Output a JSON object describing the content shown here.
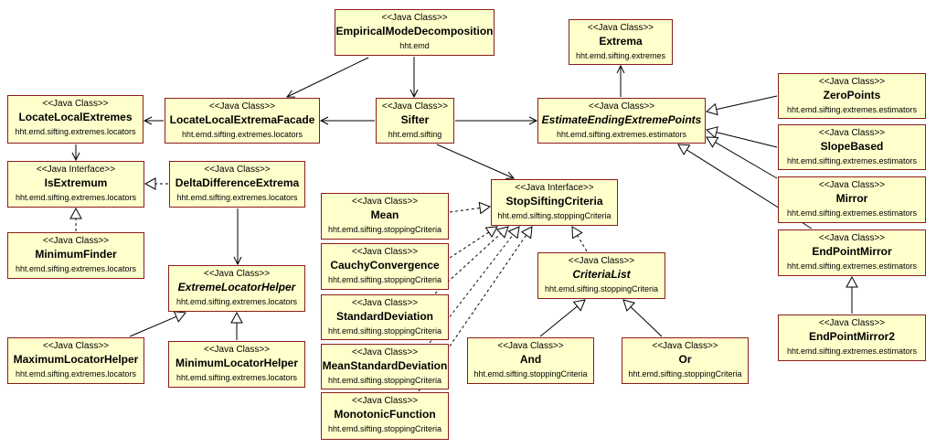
{
  "colors": {
    "box_fill": "#ffffcc",
    "box_border": "#8a1d1d",
    "line": "#000000"
  },
  "classes": [
    {
      "id": "emd",
      "stereotype": "<<Java Class>>",
      "name": "EmpiricalModeDecomposition",
      "package": "hht.emd",
      "abstract": false
    },
    {
      "id": "extrema",
      "stereotype": "<<Java Class>>",
      "name": "Extrema",
      "package": "hht.emd.sifting.extremes",
      "abstract": false
    },
    {
      "id": "locateLocalExtremes",
      "stereotype": "<<Java Class>>",
      "name": "LocateLocalExtremes",
      "package": "hht.emd.sifting.extremes.locators",
      "abstract": false
    },
    {
      "id": "facade",
      "stereotype": "<<Java Class>>",
      "name": "LocateLocalExtremaFacade",
      "package": "hht.emd.sifting.extremes.locators",
      "abstract": false
    },
    {
      "id": "sifter",
      "stereotype": "<<Java Class>>",
      "name": "Sifter",
      "package": "hht.emd.sifting",
      "abstract": false
    },
    {
      "id": "estimate",
      "stereotype": "<<Java Class>>",
      "name": "EstimateEndingExtremePoints",
      "package": "hht.emd.sifting.extremes.estimators",
      "abstract": true
    },
    {
      "id": "zeroPoints",
      "stereotype": "<<Java Class>>",
      "name": "ZeroPoints",
      "package": "hht.emd.sifting.extremes.estimators",
      "abstract": false
    },
    {
      "id": "slopeBased",
      "stereotype": "<<Java Class>>",
      "name": "SlopeBased",
      "package": "hht.emd.sifting.extremes.estimators",
      "abstract": false
    },
    {
      "id": "isExtremum",
      "stereotype": "<<Java Interface>>",
      "name": "IsExtremum",
      "package": "hht.emd.sifting.extremes.locators",
      "abstract": false
    },
    {
      "id": "deltaDiff",
      "stereotype": "<<Java Class>>",
      "name": "DeltaDifferenceExtrema",
      "package": "hht.emd.sifting.extremes.locators",
      "abstract": false
    },
    {
      "id": "stopCriteria",
      "stereotype": "<<Java Interface>>",
      "name": "StopSiftingCriteria",
      "package": "hht.emd.sifting.stoppingCriteria",
      "abstract": false
    },
    {
      "id": "mirror",
      "stereotype": "<<Java Class>>",
      "name": "Mirror",
      "package": "hht.emd.sifting.extremes.estimators",
      "abstract": false
    },
    {
      "id": "mean",
      "stereotype": "<<Java Class>>",
      "name": "Mean",
      "package": "hht.emd.sifting.stoppingCriteria",
      "abstract": false
    },
    {
      "id": "minimumFinder",
      "stereotype": "<<Java Class>>",
      "name": "MinimumFinder",
      "package": "hht.emd.sifting.extremes.locators",
      "abstract": false
    },
    {
      "id": "cauchy",
      "stereotype": "<<Java Class>>",
      "name": "CauchyConvergence",
      "package": "hht.emd.sifting.stoppingCriteria",
      "abstract": false
    },
    {
      "id": "endPointMirror",
      "stereotype": "<<Java Class>>",
      "name": "EndPointMirror",
      "package": "hht.emd.sifting.extremes.estimators",
      "abstract": false
    },
    {
      "id": "criteriaList",
      "stereotype": "<<Java Class>>",
      "name": "CriteriaList",
      "package": "hht.emd.sifting.stoppingCriteria",
      "abstract": true
    },
    {
      "id": "extremeHelper",
      "stereotype": "<<Java Class>>",
      "name": "ExtremeLocatorHelper",
      "package": "hht.emd.sifting.extremes.locators",
      "abstract": true
    },
    {
      "id": "stdDev",
      "stereotype": "<<Java Class>>",
      "name": "StandardDeviation",
      "package": "hht.emd.sifting.stoppingCriteria",
      "abstract": false
    },
    {
      "id": "endPointMirror2",
      "stereotype": "<<Java Class>>",
      "name": "EndPointMirror2",
      "package": "hht.emd.sifting.extremes.estimators",
      "abstract": false
    },
    {
      "id": "maxHelper",
      "stereotype": "<<Java Class>>",
      "name": "MaximumLocatorHelper",
      "package": "hht.emd.sifting.extremes.locators",
      "abstract": false
    },
    {
      "id": "minHelper",
      "stereotype": "<<Java Class>>",
      "name": "MinimumLocatorHelper",
      "package": "hht.emd.sifting.extremes.locators",
      "abstract": false
    },
    {
      "id": "meanStdDev",
      "stereotype": "<<Java Class>>",
      "name": "MeanStandardDeviation",
      "package": "hht.emd.sifting.stoppingCriteria",
      "abstract": false
    },
    {
      "id": "and",
      "stereotype": "<<Java Class>>",
      "name": "And",
      "package": "hht.emd.sifting.stoppingCriteria",
      "abstract": false
    },
    {
      "id": "or",
      "stereotype": "<<Java Class>>",
      "name": "Or",
      "package": "hht.emd.sifting.stoppingCriteria",
      "abstract": false
    },
    {
      "id": "monotonic",
      "stereotype": "<<Java Class>>",
      "name": "MonotonicFunction",
      "package": "hht.emd.sifting.stoppingCriteria",
      "abstract": false
    }
  ],
  "relations": [
    {
      "from": "emd",
      "to": "facade",
      "kind": "association"
    },
    {
      "from": "emd",
      "to": "sifter",
      "kind": "association"
    },
    {
      "from": "sifter",
      "to": "facade",
      "kind": "association"
    },
    {
      "from": "sifter",
      "to": "estimate",
      "kind": "association"
    },
    {
      "from": "sifter",
      "to": "stopCriteria",
      "kind": "association"
    },
    {
      "from": "estimate",
      "to": "extrema",
      "kind": "association"
    },
    {
      "from": "facade",
      "to": "locateLocalExtremes",
      "kind": "association"
    },
    {
      "from": "locateLocalExtremes",
      "to": "isExtremum",
      "kind": "association"
    },
    {
      "from": "deltaDiff",
      "to": "extremeHelper",
      "kind": "association"
    },
    {
      "from": "zeroPoints",
      "to": "estimate",
      "kind": "generalization"
    },
    {
      "from": "slopeBased",
      "to": "estimate",
      "kind": "generalization"
    },
    {
      "from": "mirror",
      "to": "estimate",
      "kind": "generalization"
    },
    {
      "from": "endPointMirror",
      "to": "estimate",
      "kind": "generalization"
    },
    {
      "from": "endPointMirror2",
      "to": "endPointMirror",
      "kind": "generalization"
    },
    {
      "from": "deltaDiff",
      "to": "isExtremum",
      "kind": "realization"
    },
    {
      "from": "minimumFinder",
      "to": "isExtremum",
      "kind": "realization"
    },
    {
      "from": "maxHelper",
      "to": "extremeHelper",
      "kind": "generalization"
    },
    {
      "from": "minHelper",
      "to": "extremeHelper",
      "kind": "generalization"
    },
    {
      "from": "mean",
      "to": "stopCriteria",
      "kind": "realization"
    },
    {
      "from": "cauchy",
      "to": "stopCriteria",
      "kind": "realization"
    },
    {
      "from": "stdDev",
      "to": "stopCriteria",
      "kind": "realization"
    },
    {
      "from": "meanStdDev",
      "to": "stopCriteria",
      "kind": "realization"
    },
    {
      "from": "monotonic",
      "to": "stopCriteria",
      "kind": "realization"
    },
    {
      "from": "criteriaList",
      "to": "stopCriteria",
      "kind": "realization"
    },
    {
      "from": "and",
      "to": "criteriaList",
      "kind": "generalization"
    },
    {
      "from": "or",
      "to": "criteriaList",
      "kind": "generalization"
    }
  ]
}
